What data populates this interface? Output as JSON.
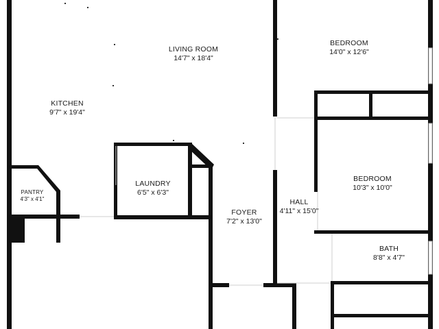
{
  "rooms": [
    {
      "id": "living",
      "name": "LIVING ROOM",
      "dims": "14'7\" x 18'4\""
    },
    {
      "id": "bedroom1",
      "name": "BEDROOM",
      "dims": "14'0\" x 12'6\""
    },
    {
      "id": "kitchen",
      "name": "KITCHEN",
      "dims": "9'7\" x 19'4\""
    },
    {
      "id": "bedroom2",
      "name": "BEDROOM",
      "dims": "10'3\" x 10'0\""
    },
    {
      "id": "laundry",
      "name": "LAUNDRY",
      "dims": "6'5\" x 6'3\""
    },
    {
      "id": "pantry",
      "name": "PANTRY",
      "dims": "4'3\" x 4'1\""
    },
    {
      "id": "foyer",
      "name": "FOYER",
      "dims": "7'2\" x 13'0\""
    },
    {
      "id": "hall",
      "name": "HALL",
      "dims": "4'11\" x 15'0\""
    },
    {
      "id": "bath",
      "name": "BATH",
      "dims": "8'8\" x 4'7\""
    }
  ]
}
